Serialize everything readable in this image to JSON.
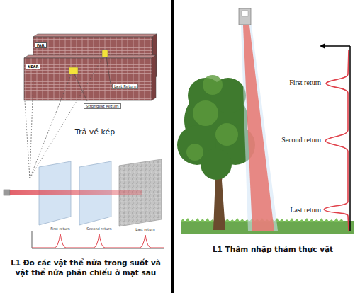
{
  "diagram": {
    "nodes": [
      {
        "text": [
          "FAR"
        ]
      },
      {
        "text": [
          "NEAR"
        ]
      }
    ],
    "labels": [
      "Last Return",
      "Strongest Return",
      "Trả về kép",
      "First return",
      "Second return",
      "Last return",
      "L1 Đo các vật thể nửa trong suốt và vật thể nửa phản chiếu ở mặt sau",
      "First return",
      "Second return",
      "Last return",
      "L1 Thâm nhập thảm thực vật"
    ]
  }
}
